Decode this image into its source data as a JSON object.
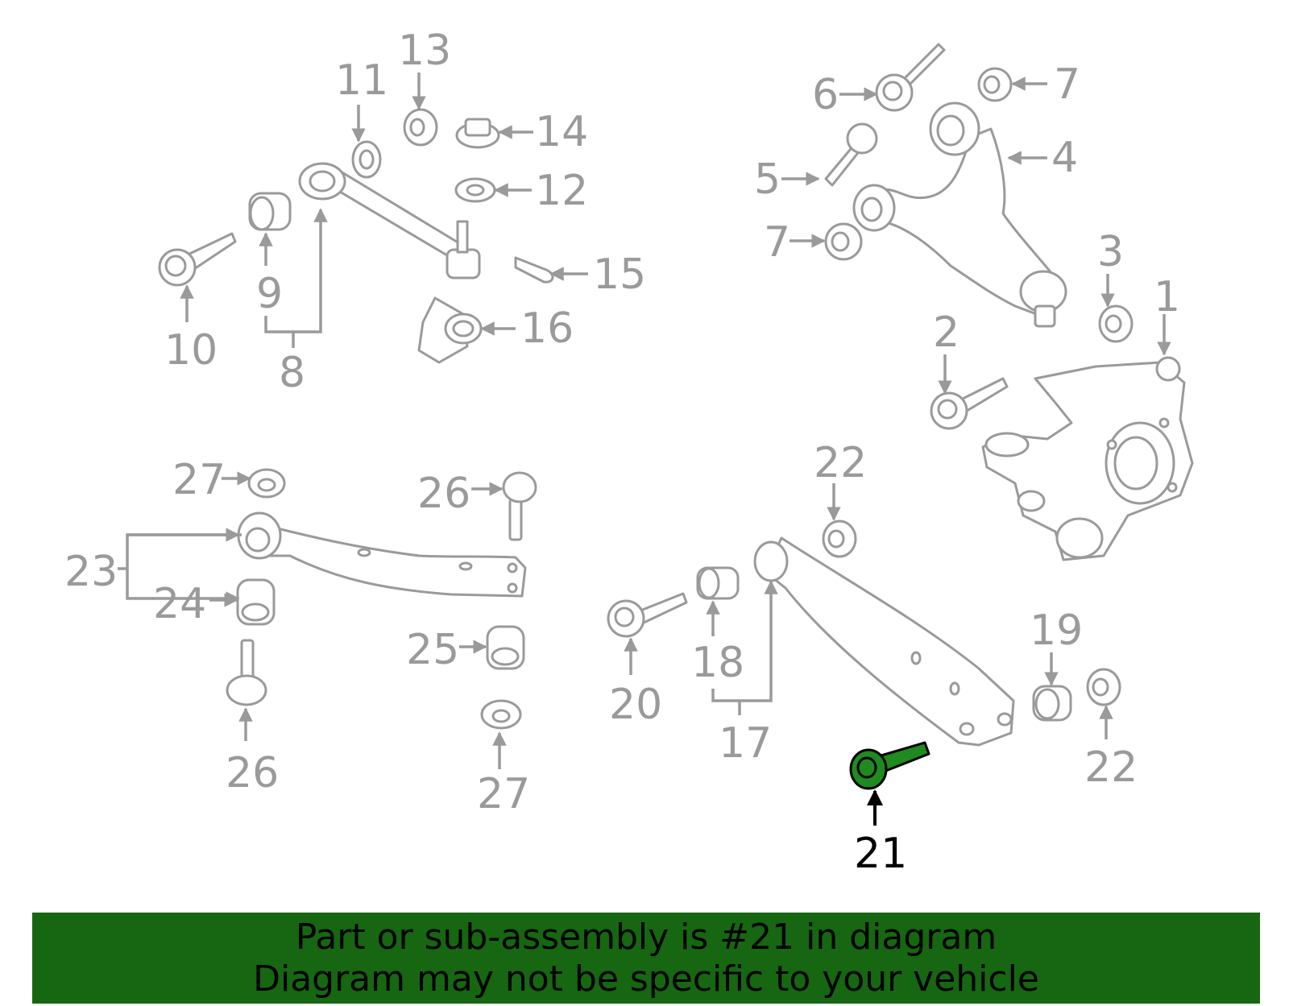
{
  "banner": {
    "line1": "Part or sub-assembly is #21 in diagram",
    "line2": "Diagram may not be specific to your vehicle",
    "background": "#176612"
  },
  "highlight": {
    "part": "21",
    "fill": "#1f8a1f"
  },
  "callouts": {
    "c1": "1",
    "c2": "2",
    "c3": "3",
    "c4": "4",
    "c5": "5",
    "c6": "6",
    "c7a": "7",
    "c7b": "7",
    "c8": "8",
    "c9": "9",
    "c10": "10",
    "c11": "11",
    "c12": "12",
    "c13": "13",
    "c14": "14",
    "c15": "15",
    "c16": "16",
    "c17": "17",
    "c18": "18",
    "c19": "19",
    "c20": "20",
    "c21": "21",
    "c22a": "22",
    "c22b": "22",
    "c23": "23",
    "c24": "24",
    "c25": "25",
    "c26a": "26",
    "c26b": "26",
    "c27a": "27",
    "c27b": "27"
  }
}
